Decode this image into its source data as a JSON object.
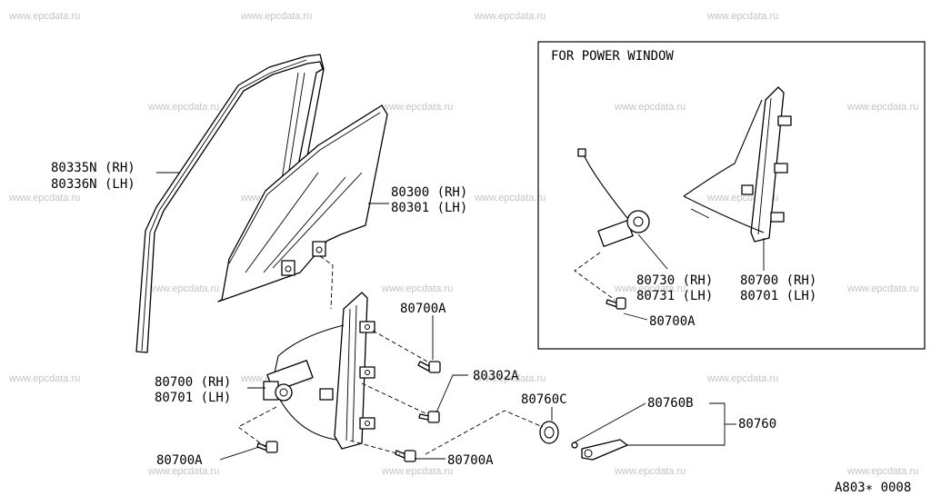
{
  "watermark": "www.epcdata.ru",
  "inset_title": "FOR POWER WINDOW",
  "diagram_code": "A803∗ 0008",
  "labels": {
    "sash_rh": "80335N (RH)",
    "sash_lh": "80336N (LH)",
    "glass_rh": "80300 (RH)",
    "glass_lh": "80301 (LH)",
    "bolt_upper": "80700A",
    "regulator_rh": "80700 (RH)",
    "regulator_lh": "80701 (LH)",
    "clip": "80302A",
    "bolt_lower_left": "80700A",
    "bolt_lower_mid": "80700A",
    "escutcheon": "80760C",
    "handle_part": "80760B",
    "handle_assy": "80760",
    "motor_rh": "80730 (RH)",
    "motor_lh": "80731 (LH)",
    "pw_regulator_rh": "80700 (RH)",
    "pw_regulator_lh": "80701 (LH)",
    "pw_bolt": "80700A"
  }
}
